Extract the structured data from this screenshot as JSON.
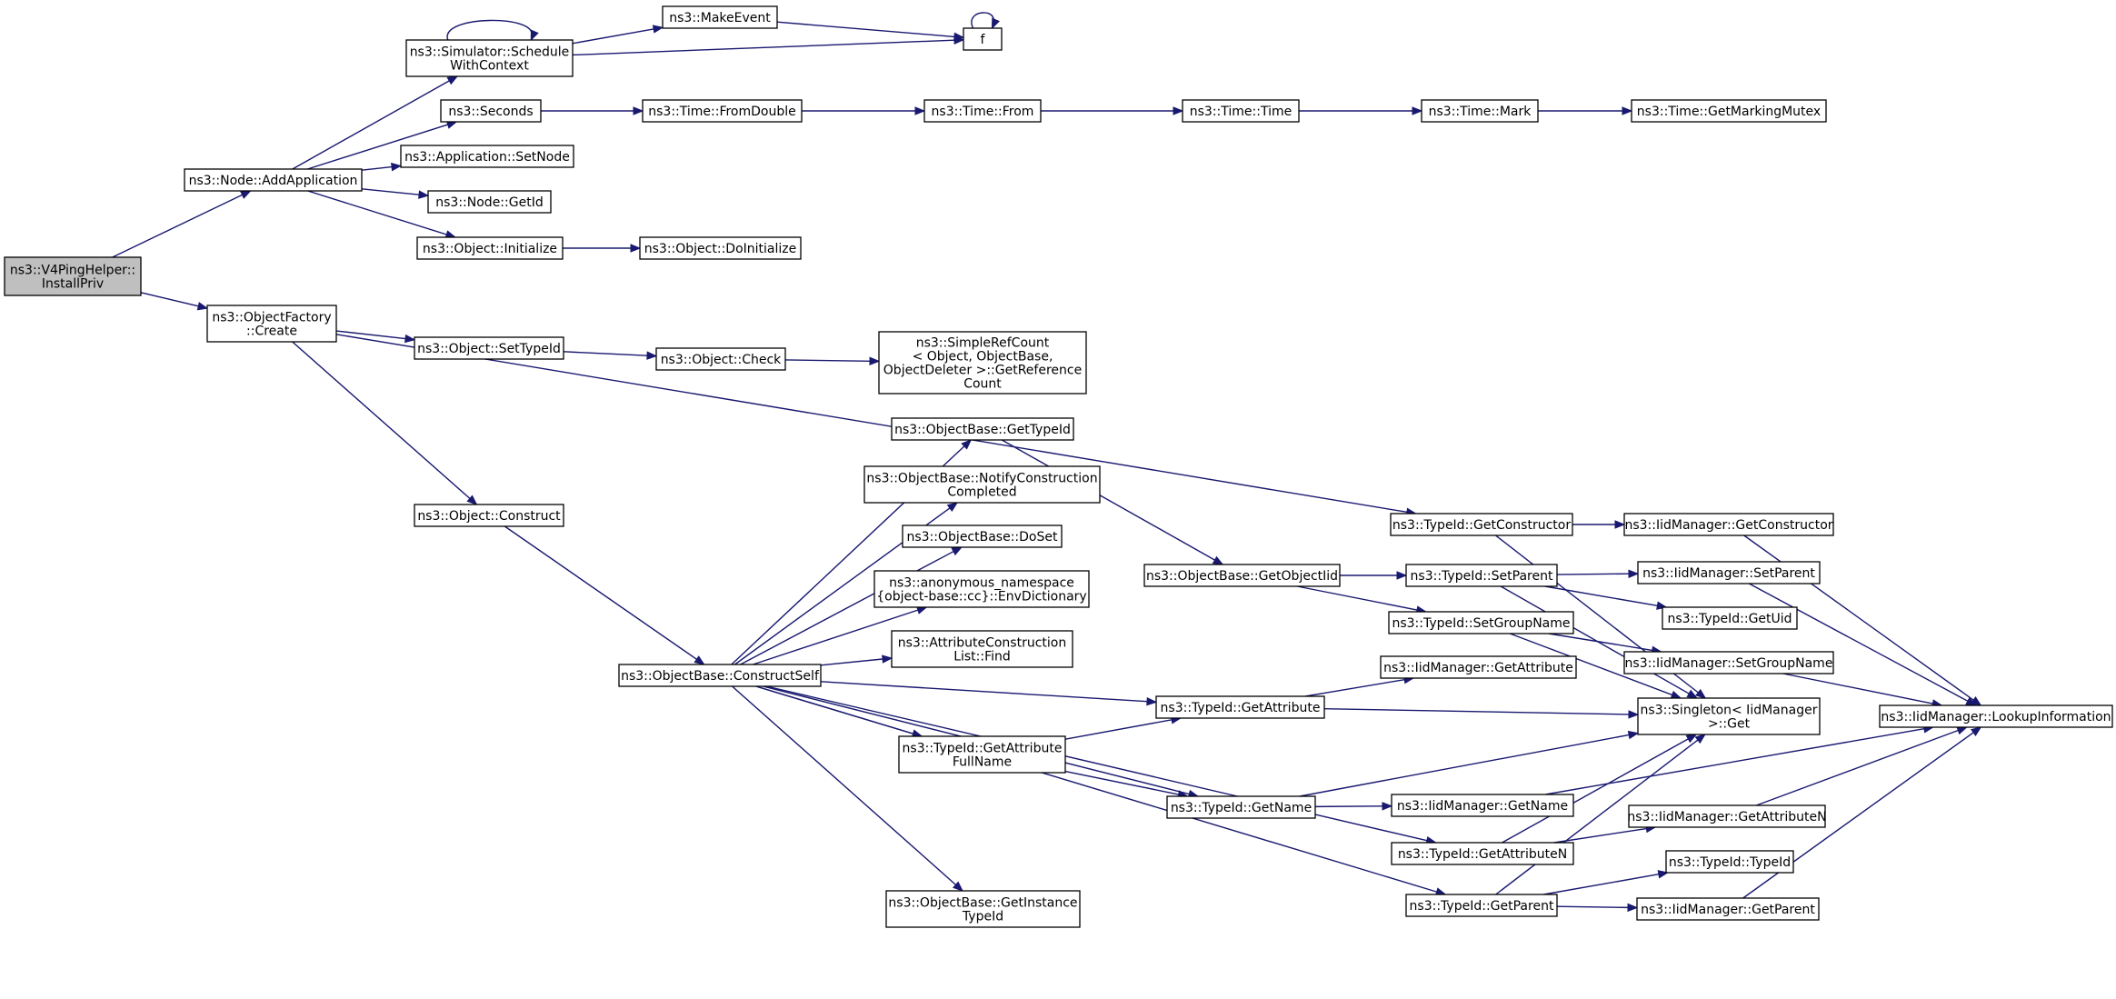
{
  "diagram": {
    "type": "call-graph",
    "nodes": [
      {
        "id": "root",
        "lines": [
          "ns3::V4PingHelper::",
          "InstallPriv"
        ],
        "highlighted": true
      },
      {
        "id": "addapp",
        "lines": [
          "ns3::Node::AddApplication"
        ]
      },
      {
        "id": "create",
        "lines": [
          "ns3::ObjectFactory",
          "::Create"
        ]
      },
      {
        "id": "schedule",
        "lines": [
          "ns3::Simulator::Schedule",
          "WithContext"
        ]
      },
      {
        "id": "seconds",
        "lines": [
          "ns3::Seconds"
        ]
      },
      {
        "id": "setnode",
        "lines": [
          "ns3::Application::SetNode"
        ]
      },
      {
        "id": "getid",
        "lines": [
          "ns3::Node::GetId"
        ]
      },
      {
        "id": "initialize",
        "lines": [
          "ns3::Object::Initialize"
        ]
      },
      {
        "id": "makeevent",
        "lines": [
          "ns3::MakeEvent"
        ]
      },
      {
        "id": "f",
        "lines": [
          "f"
        ]
      },
      {
        "id": "fromdouble",
        "lines": [
          "ns3::Time::FromDouble"
        ]
      },
      {
        "id": "from",
        "lines": [
          "ns3::Time::From"
        ]
      },
      {
        "id": "time",
        "lines": [
          "ns3::Time::Time"
        ]
      },
      {
        "id": "mark",
        "lines": [
          "ns3::Time::Mark"
        ]
      },
      {
        "id": "mutex",
        "lines": [
          "ns3::Time::GetMarkingMutex"
        ]
      },
      {
        "id": "doinit",
        "lines": [
          "ns3::Object::DoInitialize"
        ]
      },
      {
        "id": "settypeid",
        "lines": [
          "ns3::Object::SetTypeId"
        ]
      },
      {
        "id": "check",
        "lines": [
          "ns3::Object::Check"
        ]
      },
      {
        "id": "simpleref",
        "lines": [
          "ns3::SimpleRefCount",
          "< Object, ObjectBase,",
          "ObjectDeleter >::GetReference",
          "Count"
        ]
      },
      {
        "id": "construct",
        "lines": [
          "ns3::Object::Construct"
        ]
      },
      {
        "id": "constructself",
        "lines": [
          "ns3::ObjectBase::ConstructSelf"
        ]
      },
      {
        "id": "ob_gettypeid",
        "lines": [
          "ns3::ObjectBase::GetTypeId"
        ]
      },
      {
        "id": "notify",
        "lines": [
          "ns3::ObjectBase::NotifyConstruction",
          "Completed"
        ]
      },
      {
        "id": "doset",
        "lines": [
          "ns3::ObjectBase::DoSet"
        ]
      },
      {
        "id": "envdict",
        "lines": [
          "ns3::anonymous_namespace",
          "{object-base::cc}::EnvDictionary"
        ]
      },
      {
        "id": "acfind",
        "lines": [
          "ns3::AttributeConstruction",
          "List::Find"
        ]
      },
      {
        "id": "getattrfull",
        "lines": [
          "ns3::TypeId::GetAttribute",
          "FullName"
        ]
      },
      {
        "id": "getinstance",
        "lines": [
          "ns3::ObjectBase::GetInstance",
          "TypeId"
        ]
      },
      {
        "id": "getobjectiid",
        "lines": [
          "ns3::ObjectBase::GetObjectIid"
        ]
      },
      {
        "id": "getconstructor",
        "lines": [
          "ns3::TypeId::GetConstructor"
        ]
      },
      {
        "id": "setparent",
        "lines": [
          "ns3::TypeId::SetParent"
        ]
      },
      {
        "id": "setgroupname",
        "lines": [
          "ns3::TypeId::SetGroupName"
        ]
      },
      {
        "id": "getattribute",
        "lines": [
          "ns3::TypeId::GetAttribute"
        ]
      },
      {
        "id": "getname",
        "lines": [
          "ns3::TypeId::GetName"
        ]
      },
      {
        "id": "getattributen",
        "lines": [
          "ns3::TypeId::GetAttributeN"
        ]
      },
      {
        "id": "getparent",
        "lines": [
          "ns3::TypeId::GetParent"
        ]
      },
      {
        "id": "iid_getconstructor",
        "lines": [
          "ns3::IidManager::GetConstructor"
        ]
      },
      {
        "id": "iid_setparent",
        "lines": [
          "ns3::IidManager::SetParent"
        ]
      },
      {
        "id": "getuid",
        "lines": [
          "ns3::TypeId::GetUid"
        ]
      },
      {
        "id": "iid_setgroupname",
        "lines": [
          "ns3::IidManager::SetGroupName"
        ]
      },
      {
        "id": "singleton",
        "lines": [
          "ns3::Singleton< IidManager",
          ">::Get"
        ]
      },
      {
        "id": "iid_getattribute",
        "lines": [
          "ns3::IidManager::GetAttribute"
        ]
      },
      {
        "id": "iid_getname",
        "lines": [
          "ns3::IidManager::GetName"
        ]
      },
      {
        "id": "iid_getattributen",
        "lines": [
          "ns3::IidManager::GetAttributeN"
        ]
      },
      {
        "id": "typeid_typeid",
        "lines": [
          "ns3::TypeId::TypeId"
        ]
      },
      {
        "id": "iid_getparent",
        "lines": [
          "ns3::IidManager::GetParent"
        ]
      },
      {
        "id": "lookup",
        "lines": [
          "ns3::IidManager::LookupInformation"
        ]
      }
    ],
    "edges": [
      [
        "root",
        "addapp"
      ],
      [
        "root",
        "create"
      ],
      [
        "addapp",
        "schedule"
      ],
      [
        "addapp",
        "seconds"
      ],
      [
        "addapp",
        "setnode"
      ],
      [
        "addapp",
        "getid"
      ],
      [
        "addapp",
        "initialize"
      ],
      [
        "schedule",
        "schedule"
      ],
      [
        "schedule",
        "makeevent"
      ],
      [
        "schedule",
        "f"
      ],
      [
        "makeevent",
        "f"
      ],
      [
        "f",
        "f"
      ],
      [
        "seconds",
        "fromdouble"
      ],
      [
        "fromdouble",
        "from"
      ],
      [
        "from",
        "time"
      ],
      [
        "time",
        "mark"
      ],
      [
        "mark",
        "mutex"
      ],
      [
        "initialize",
        "doinit"
      ],
      [
        "create",
        "settypeid"
      ],
      [
        "create",
        "construct"
      ],
      [
        "create",
        "getconstructor"
      ],
      [
        "settypeid",
        "check"
      ],
      [
        "check",
        "simpleref"
      ],
      [
        "construct",
        "constructself"
      ],
      [
        "constructself",
        "ob_gettypeid"
      ],
      [
        "constructself",
        "notify"
      ],
      [
        "constructself",
        "doset"
      ],
      [
        "constructself",
        "envdict"
      ],
      [
        "constructself",
        "acfind"
      ],
      [
        "constructself",
        "getattribute"
      ],
      [
        "constructself",
        "getattrfull"
      ],
      [
        "constructself",
        "getname"
      ],
      [
        "constructself",
        "getattributen"
      ],
      [
        "constructself",
        "getinstance"
      ],
      [
        "constructself",
        "getparent"
      ],
      [
        "ob_gettypeid",
        "getobjectiid"
      ],
      [
        "getobjectiid",
        "setparent"
      ],
      [
        "getobjectiid",
        "setgroupname"
      ],
      [
        "getattrfull",
        "getattribute"
      ],
      [
        "getattrfull",
        "getname"
      ],
      [
        "getconstructor",
        "iid_getconstructor"
      ],
      [
        "getconstructor",
        "singleton"
      ],
      [
        "setparent",
        "iid_setparent"
      ],
      [
        "setparent",
        "getuid"
      ],
      [
        "setparent",
        "singleton"
      ],
      [
        "setgroupname",
        "iid_setgroupname"
      ],
      [
        "setgroupname",
        "singleton"
      ],
      [
        "getattribute",
        "iid_getattribute"
      ],
      [
        "getattribute",
        "singleton"
      ],
      [
        "getname",
        "singleton"
      ],
      [
        "getname",
        "iid_getname"
      ],
      [
        "getattributen",
        "iid_getattributen"
      ],
      [
        "getattributen",
        "singleton"
      ],
      [
        "getparent",
        "singleton"
      ],
      [
        "getparent",
        "typeid_typeid"
      ],
      [
        "getparent",
        "iid_getparent"
      ],
      [
        "iid_getconstructor",
        "lookup"
      ],
      [
        "iid_setparent",
        "lookup"
      ],
      [
        "iid_setgroupname",
        "lookup"
      ],
      [
        "iid_getname",
        "lookup"
      ],
      [
        "iid_getattributen",
        "lookup"
      ],
      [
        "iid_getparent",
        "lookup"
      ]
    ]
  }
}
